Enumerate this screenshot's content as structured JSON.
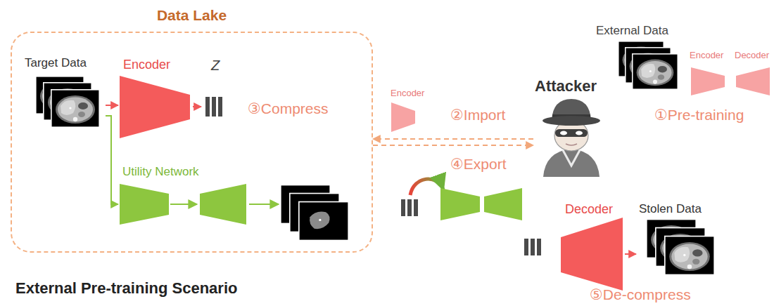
{
  "diagram": {
    "caption": "External Pre-training Scenario",
    "nodes": [
      {
        "text": [
          "Data Lake"
        ]
      },
      {
        "text": [
          "Target Data"
        ],
        "in": 0
      },
      {
        "text": [
          "Encoder"
        ],
        "in": 0
      },
      {
        "text": [
          "Z"
        ],
        "in": 0
      },
      {
        "text": [
          "Utility Network"
        ],
        "in": 0
      },
      {
        "text": [
          "Encoder"
        ]
      },
      {
        "text": [
          "Attacker"
        ]
      },
      {
        "text": [
          "External Data"
        ]
      },
      {
        "text": [
          "Encoder"
        ]
      },
      {
        "text": [
          "Decoder"
        ]
      },
      {
        "text": [
          "Decoder"
        ]
      },
      {
        "text": [
          "Stolen Data"
        ]
      }
    ],
    "edges": [
      {
        "from": 1,
        "to": 2,
        "arrow": "to"
      },
      {
        "from": 2,
        "to": 3,
        "arrow": "to"
      },
      {
        "from": 1,
        "to": 4,
        "arrow": "to"
      },
      {
        "from": 6,
        "to": 0,
        "arrow": "to"
      },
      {
        "from": 0,
        "to": 6,
        "arrow": "to"
      },
      {
        "from": 10,
        "to": 11,
        "arrow": "to"
      }
    ],
    "labels": [
      "③Compress",
      "②Import",
      "④Export",
      "①Pre-training",
      "⑤De-compress"
    ]
  }
}
